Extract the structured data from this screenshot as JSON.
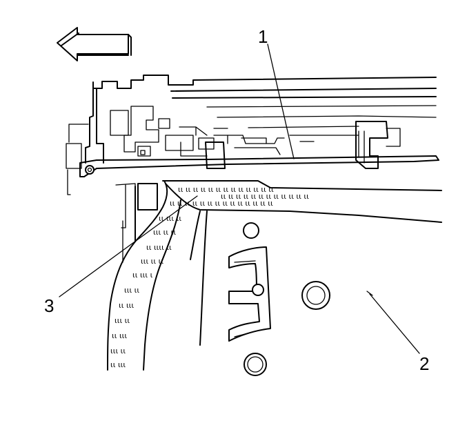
{
  "callouts": {
    "c1": "1",
    "c2": "2",
    "c3": "3"
  },
  "icons": {
    "direction_arrow": "left-arrow-icon"
  },
  "colors": {
    "line": "#000000",
    "background": "#ffffff"
  }
}
